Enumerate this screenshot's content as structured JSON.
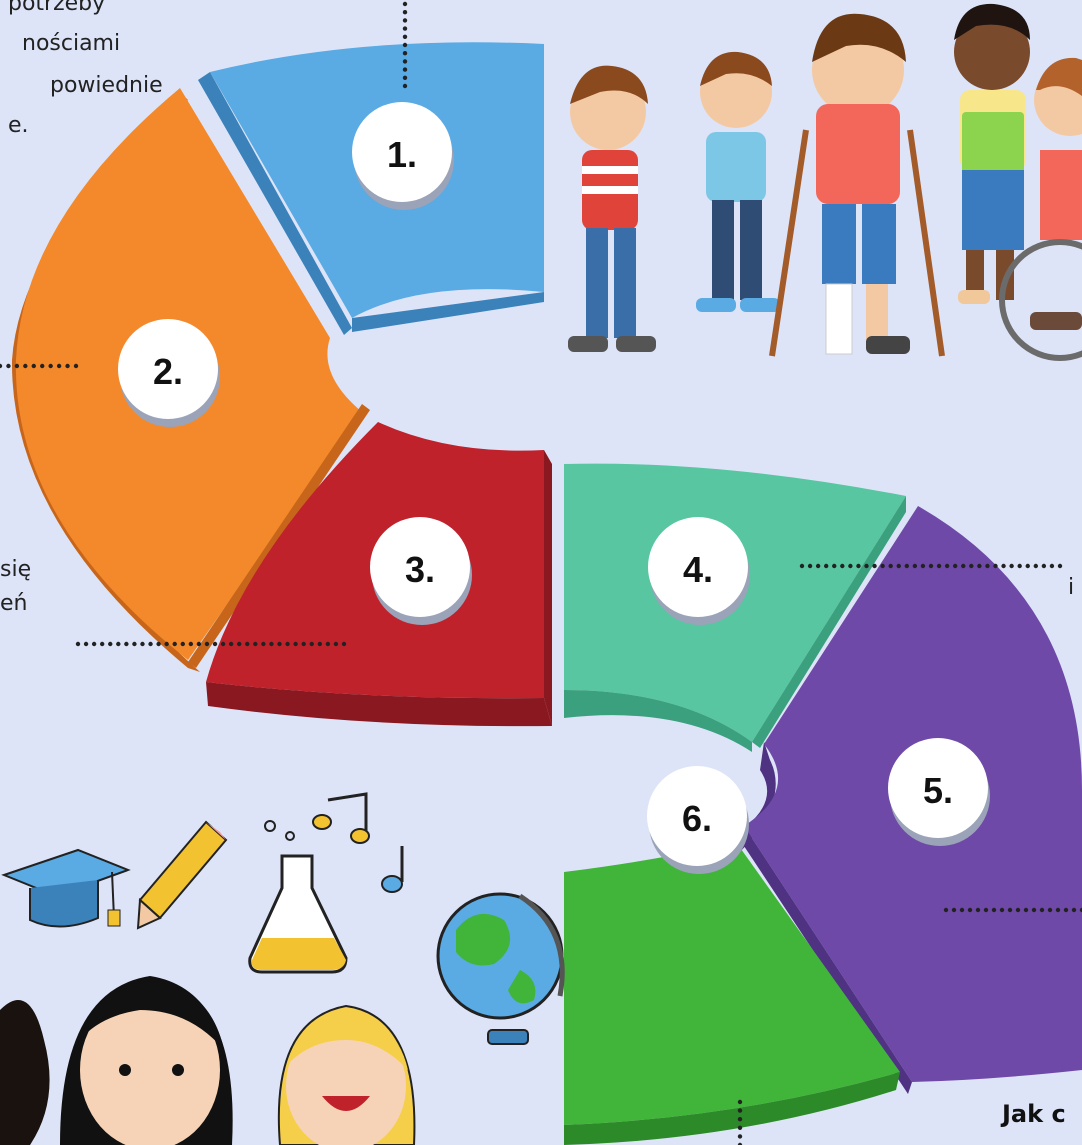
{
  "segments": [
    {
      "label": "1.",
      "color": "#5aaae3",
      "shade": "#3b82bb"
    },
    {
      "label": "2.",
      "color": "#f4892b",
      "shade": "#c7661a"
    },
    {
      "label": "3.",
      "color": "#c0222b",
      "shade": "#8a1820"
    },
    {
      "label": "4.",
      "color": "#58c6a0",
      "shade": "#3aa07d"
    },
    {
      "label": "5.",
      "color": "#6f49a8",
      "shade": "#4f3282"
    },
    {
      "label": "6.",
      "color": "#41b53a",
      "shade": "#2c8a28"
    }
  ],
  "text_fragments": {
    "top_left_1": "potrzeby",
    "top_left_2": "nościami",
    "top_left_3": "powiednie",
    "top_left_4": "e.",
    "mid_left_1": "się",
    "mid_left_2": "eń",
    "right_4": "i",
    "bottom_right": "Jak c"
  },
  "colors": {
    "background": "#dde4f8",
    "badge": "#ffffff",
    "badge_shadow": "#9aa3b8",
    "dots": "#222222"
  }
}
